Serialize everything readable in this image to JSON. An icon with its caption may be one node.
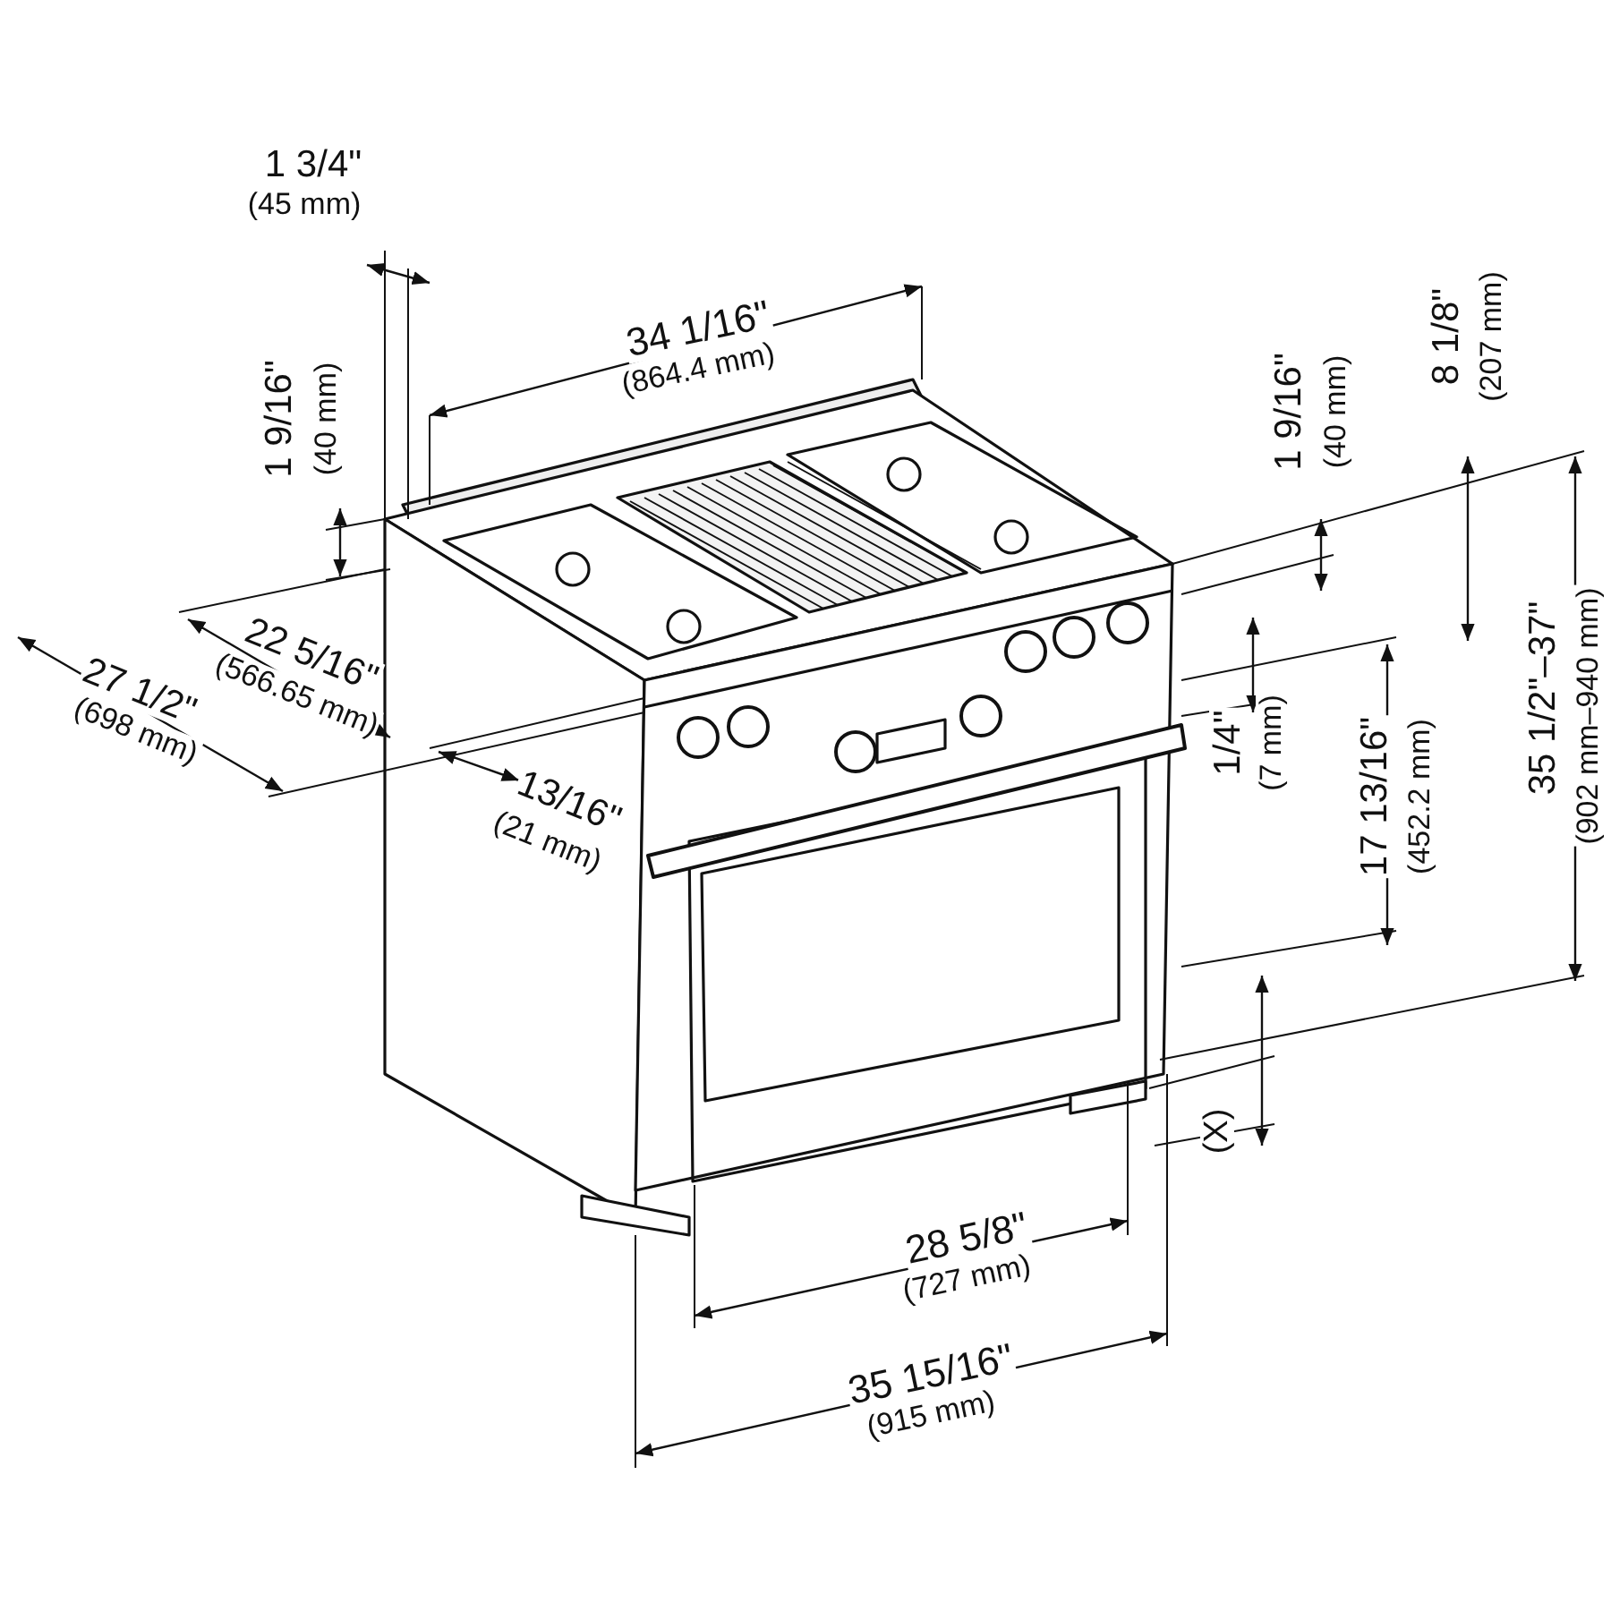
{
  "diagram": {
    "labels": [
      "1 3/4\"",
      "(45 mm)",
      "34 1/16\"",
      "(864.4 mm)",
      "1 9/16\"",
      "(40 mm)",
      "1 9/16\"",
      "(40 mm)",
      "8 1/8\"",
      "(207 mm)",
      "35 1/2\"–37\"",
      "(902 mm–940 mm)",
      "27 1/2\"",
      "(698 mm)",
      "22 5/16\"",
      "(566.65 mm)",
      "1/4\"",
      "(7 mm)",
      "17 13/16\"",
      "(452.2 mm)",
      "13/16\"",
      "(21 mm)",
      "(X)",
      "28 5/8\"",
      "(727 mm)",
      "35 15/16\"",
      "(915 mm)"
    ]
  }
}
